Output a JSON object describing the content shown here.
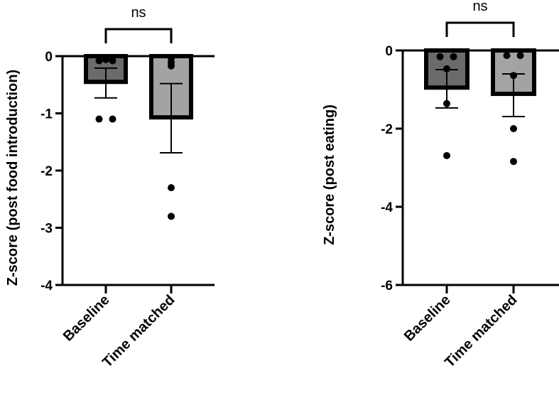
{
  "chart_data": [
    {
      "type": "bar",
      "title": "",
      "xlabel": "",
      "ylabel": "Z-score (post food introduction)",
      "ylim": [
        -4,
        0
      ],
      "yticks": [
        0,
        -1,
        -2,
        -3,
        -4
      ],
      "grid": false,
      "legend": null,
      "categories": [
        "Baseline",
        "Time matched"
      ],
      "colors": [
        "#6b6b6b",
        "#a3a3a3"
      ],
      "values": [
        -0.45,
        -1.07
      ],
      "error_bars": [
        {
          "upper": -0.21,
          "lower": -0.73
        },
        {
          "upper": -0.48,
          "lower": -1.69
        }
      ],
      "points": [
        [
          -0.08,
          -0.08,
          -1.1,
          -1.1,
          -0.06
        ],
        [
          -0.04,
          -0.17,
          -0.11,
          -2.3,
          -2.8
        ]
      ],
      "annotation": {
        "text": "ns",
        "between": [
          "Baseline",
          "Time matched"
        ]
      }
    },
    {
      "type": "bar",
      "title": "",
      "xlabel": "",
      "ylabel": "Z-score (post eating)",
      "ylim": [
        -6,
        0
      ],
      "yticks": [
        0,
        -2,
        -4,
        -6
      ],
      "grid": false,
      "legend": null,
      "categories": [
        "Baseline",
        "Time matched"
      ],
      "colors": [
        "#6b6b6b",
        "#a3a3a3"
      ],
      "values": [
        -0.95,
        -1.11
      ],
      "error_bars": [
        {
          "upper": -0.49,
          "lower": -1.47
        },
        {
          "upper": -0.6,
          "lower": -1.69
        }
      ],
      "points": [
        [
          -0.16,
          -0.16,
          -0.47,
          -1.36,
          -2.69
        ],
        [
          -0.13,
          -0.13,
          -0.64,
          -2.0,
          -2.84
        ]
      ],
      "annotation": {
        "text": "ns",
        "between": [
          "Baseline",
          "Time matched"
        ]
      }
    }
  ]
}
